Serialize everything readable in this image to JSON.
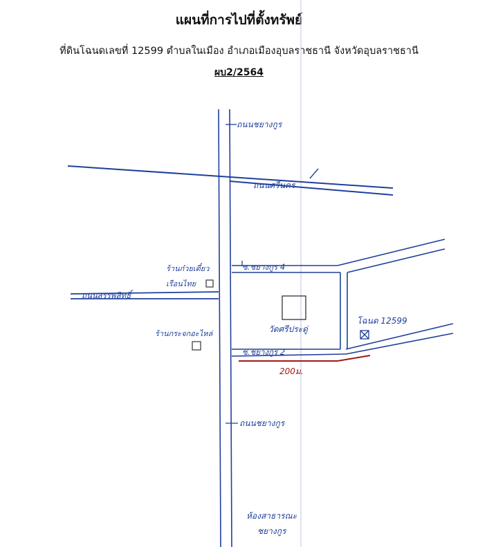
{
  "header": {
    "title": "แผนที่การไปที่ตั้งทรัพย์",
    "subtitle": "ที่ดินโฉนดเลขที่ 12599 ตำบลในเมือง อำเภอเมืองอุบลราชธานี จังหวัดอุบลราชธานี",
    "doc_no": "ผบ2/2564"
  },
  "map": {
    "labels": {
      "road_top": "ถนนชยางกูร",
      "road_upper": "ถนนศรีนคร",
      "road_left": "ถนนสรรพสิทธิ์",
      "soi_4": "ซ.ชยางกูร 4",
      "soi_2": "ซ.ชยางกูร 2",
      "road_lower": "ถนนชยางกูร",
      "shop_1a": "ร้านก๋วยเตี๋ยว",
      "shop_1b": "เรือนไทย",
      "shop_2": "ร้านกระจกอะไหล่",
      "temple": "วัดศรีประดู่",
      "parcel": "โฉนด 12599",
      "distance": "200ม.",
      "bottom_a": "ห้องสาธารณะ",
      "bottom_b": "ชยางกูร"
    },
    "colors": {
      "ink": "#1f3f9a",
      "red": "#a01818",
      "box": "#333333"
    }
  }
}
